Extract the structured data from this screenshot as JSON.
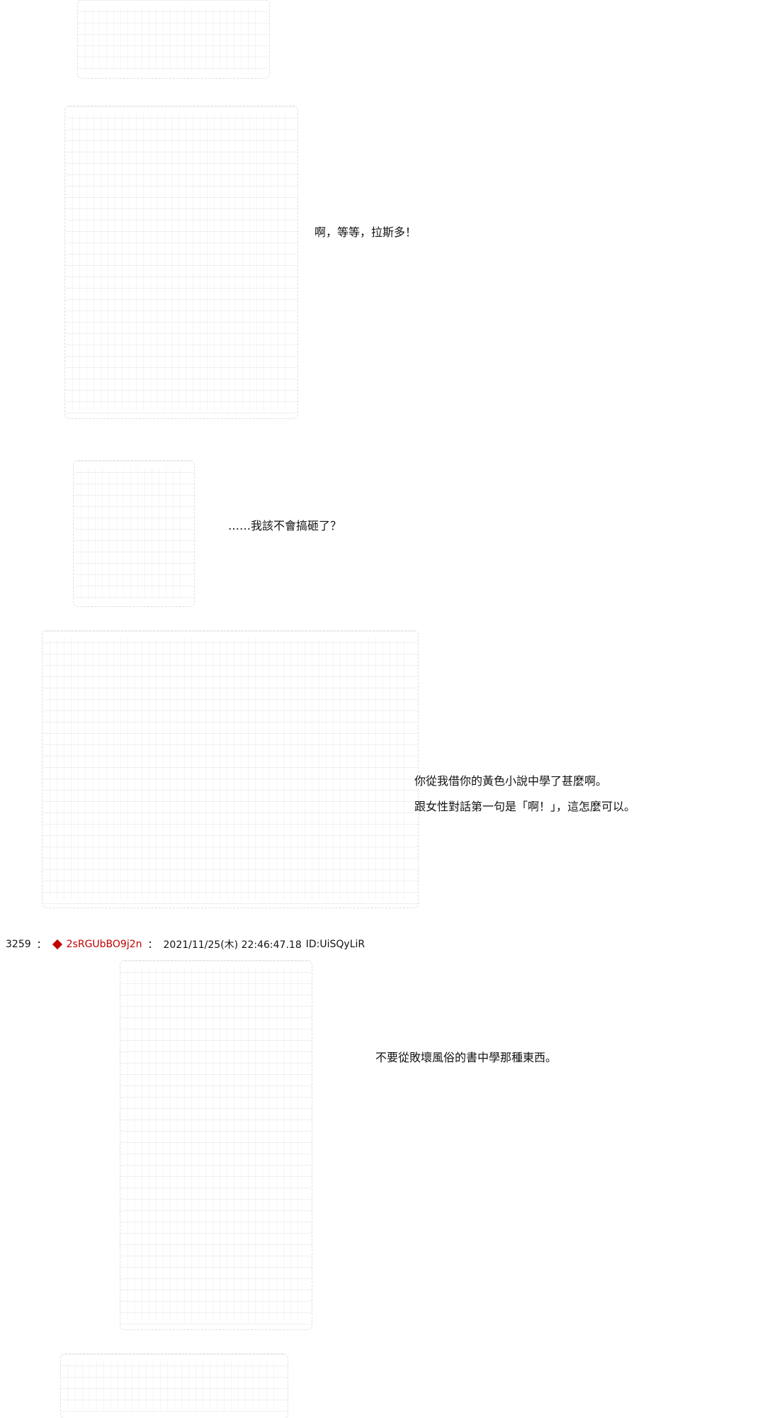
{
  "story": {
    "lines": [
      "啊，等等，拉斯多！",
      "……我該不會搞砸了？",
      "你從我借你的黃色小說中學了甚麼啊。",
      "跟女性對話第一句是「啊！」，這怎麼可以。",
      "不要從敗壞風俗的書中學那種東西。"
    ]
  },
  "post": {
    "number": "3259",
    "colon": "：",
    "trip": "2sRGUbBO9j2n",
    "separator": "：",
    "timestamp": "2021/11/25(木) 22:46:47.18",
    "id": "ID:UiSQyLiR"
  },
  "colors": {
    "trip": "#c00000",
    "text": "#111111"
  },
  "icons": {
    "trip_marker": "diamond-icon"
  }
}
